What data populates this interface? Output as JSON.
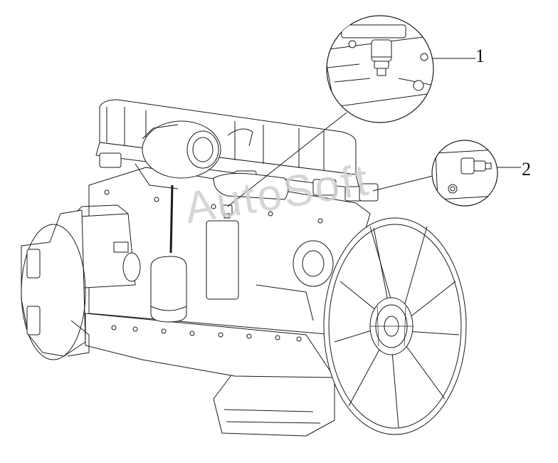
{
  "callouts": [
    {
      "number": "1"
    },
    {
      "number": "2"
    }
  ],
  "watermark_text": "AutoSoft",
  "colors": {
    "line": "#1a1a1a",
    "background": "#ffffff",
    "watermark": "#cfcfcf"
  }
}
